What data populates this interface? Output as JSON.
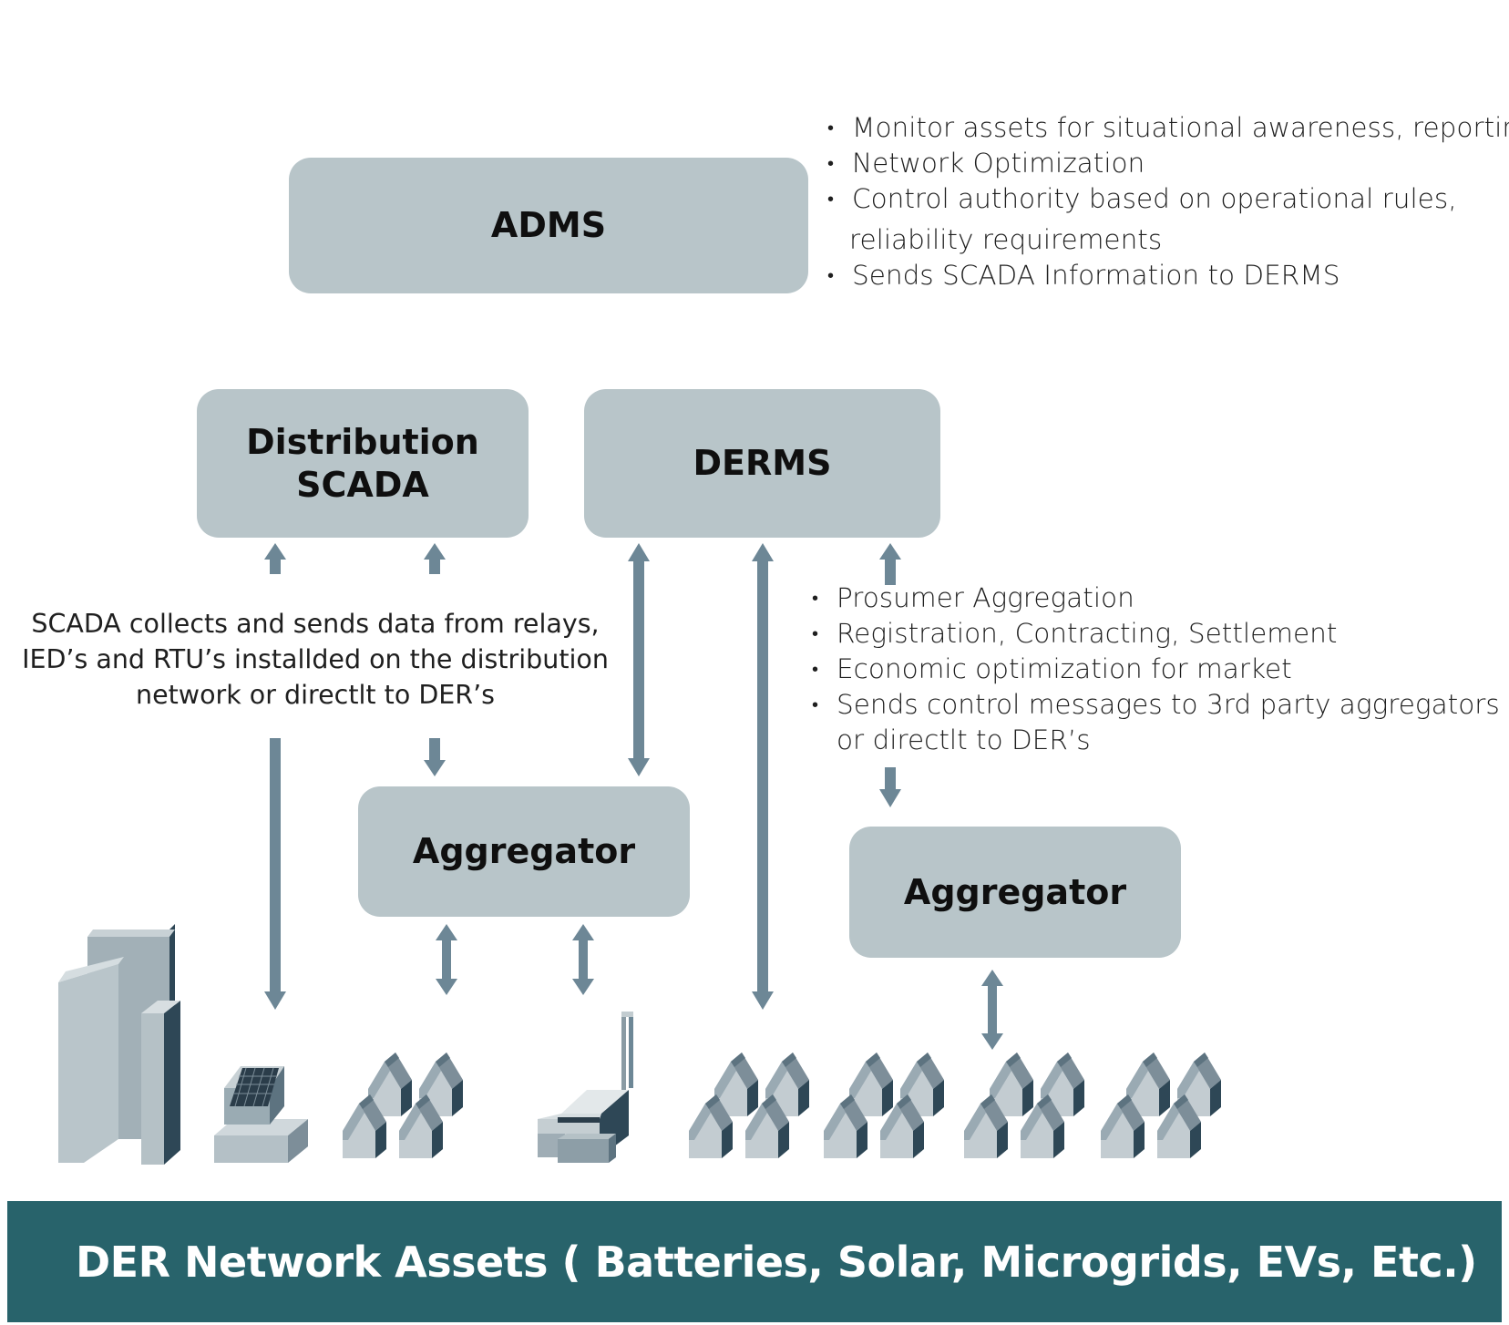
{
  "boxes": {
    "adms": "ADMS",
    "scada_line1": "Distribution",
    "scada_line2": "SCADA",
    "derms": "DERMS",
    "aggregator_left": "Aggregator",
    "aggregator_right": "Aggregator"
  },
  "adms_bullets": [
    "Monitor assets for situational awareness, reporting",
    "Network Optimization",
    "Control authority based on operational rules,",
    "reliability requirements",
    "Sends SCADA Information to DERMS"
  ],
  "derms_bullets": [
    "Prosumer Aggregation",
    "Registration, Contracting, Settlement",
    "Economic optimization for market",
    "Sends control messages to 3rd party aggregators",
    "or directlt to DER’s"
  ],
  "scada_note": {
    "line1": "SCADA collects and sends data from relays,",
    "line2": "IED’s and RTU’s installded on the distribution",
    "line3": "network  or directlt to DER’s"
  },
  "footer": {
    "title": "DER Network Assets ( Batteries, Solar, Microgrids, EVs, Etc.)"
  },
  "colors": {
    "box_fill": "#b8c5c9",
    "arrow": "#6d8796",
    "footer_bg": "#28636b",
    "asset_dark": "#2e4756",
    "asset_light": "#c2ccd0"
  },
  "icons": [
    "office-building-icon",
    "solar-panel-icon",
    "houses-icon",
    "factory-icon"
  ]
}
